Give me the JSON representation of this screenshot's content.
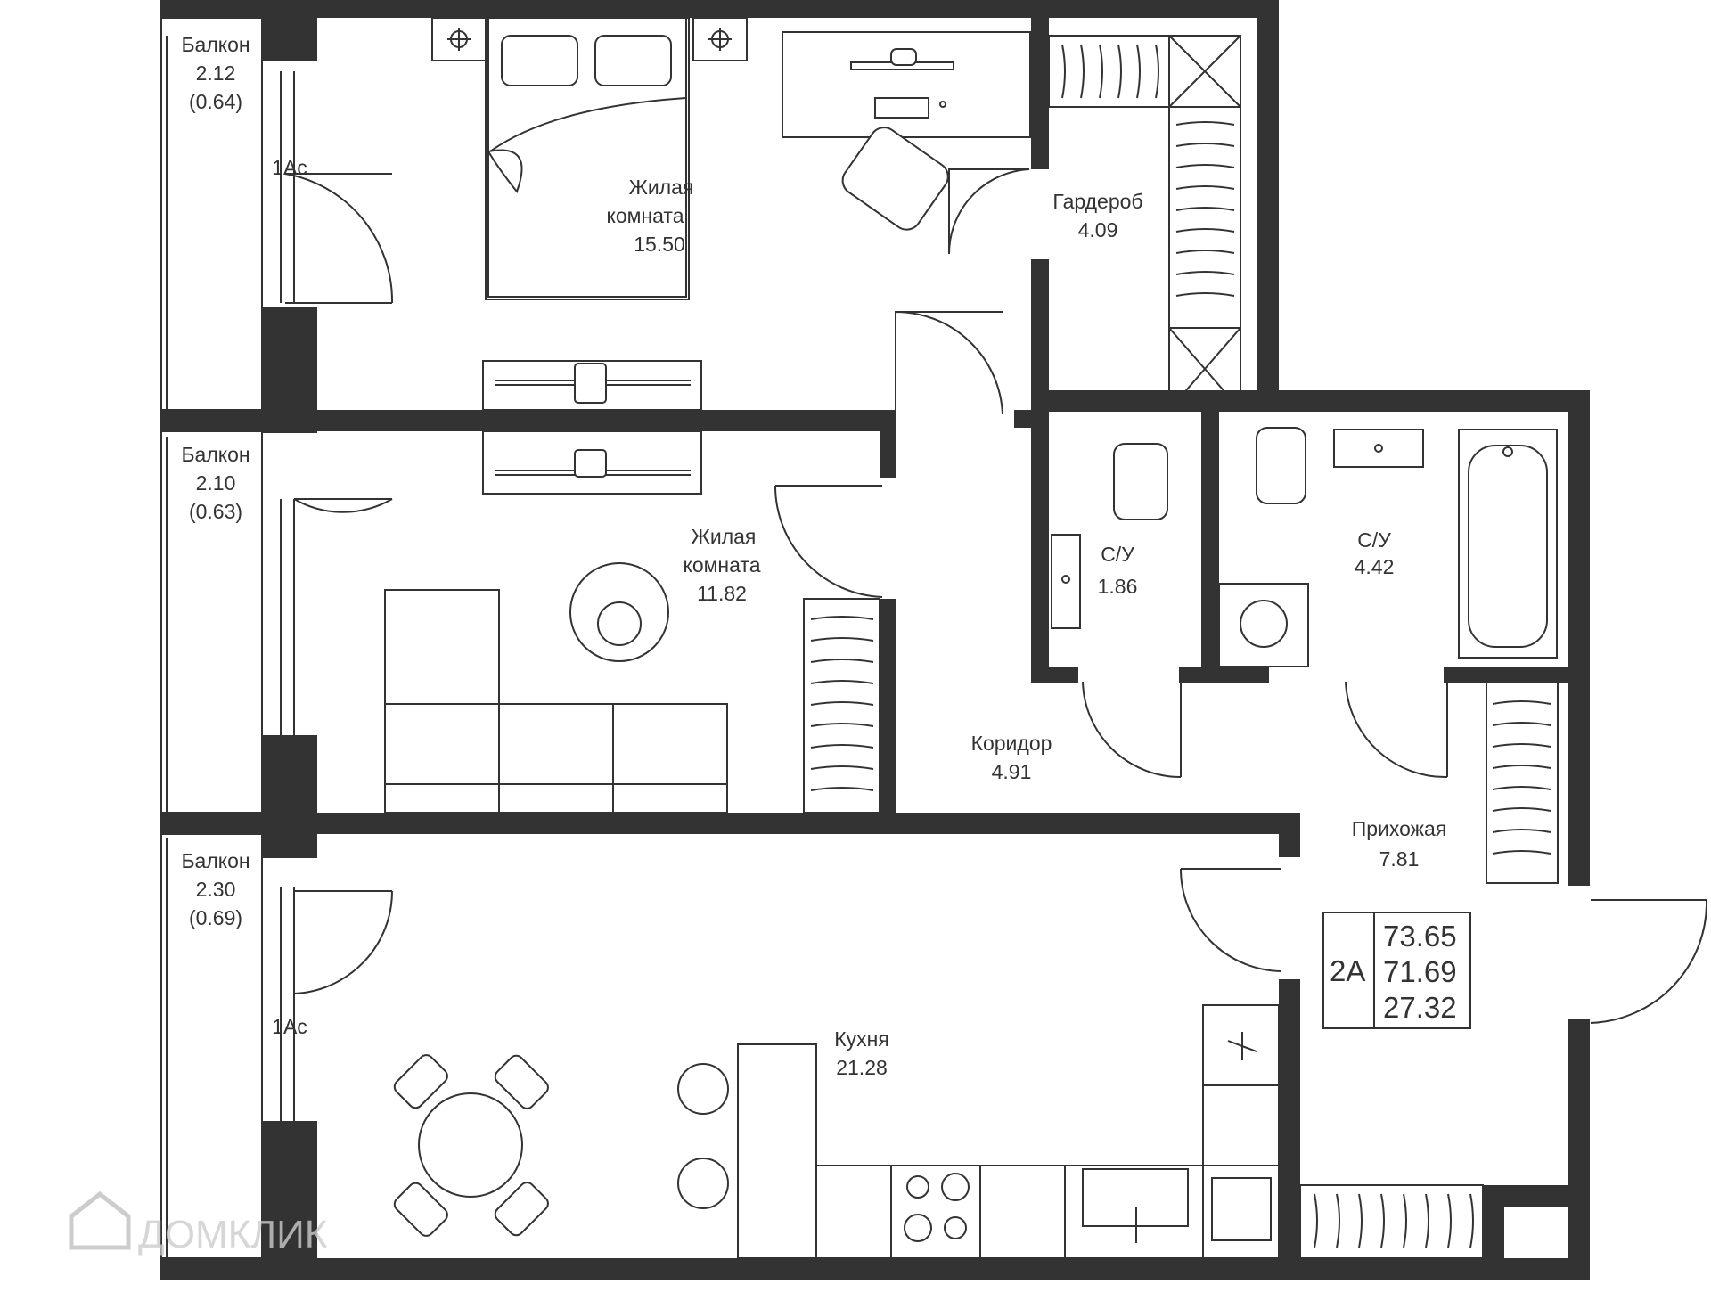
{
  "rooms": {
    "bedroom": {
      "name_line1": "Жилая",
      "name_line2": "комната",
      "area": "15.50"
    },
    "living": {
      "name_line1": "Жилая",
      "name_line2": "комната",
      "area": "11.82"
    },
    "kitchen": {
      "name": "Кухня",
      "area": "21.28"
    },
    "wardrobe": {
      "name": "Гардероб",
      "area": "4.09"
    },
    "bath_small": {
      "name": "С/У",
      "area": "1.86"
    },
    "bath_large": {
      "name": "С/У",
      "area": "4.42"
    },
    "corridor": {
      "name": "Коридор",
      "area": "4.91"
    },
    "hallway": {
      "name": "Прихожая",
      "area": "7.81"
    }
  },
  "balconies": [
    {
      "name": "Балкон",
      "area": "2.12",
      "reduced": "(0.64)"
    },
    {
      "name": "Балкон",
      "area": "2.10",
      "reduced": "(0.63)"
    },
    {
      "name": "Балкон",
      "area": "2.30",
      "reduced": "(0.69)"
    }
  ],
  "window_marks": [
    "1Ас",
    "1Ас"
  ],
  "summary": {
    "type": "2А",
    "total_area": "73.65",
    "living_total": "71.69",
    "living_area": "27.32"
  },
  "watermark": "ДОМКЛИК",
  "colors": {
    "wall": "#333333",
    "background": "#ffffff",
    "watermark": "#cccccc"
  }
}
